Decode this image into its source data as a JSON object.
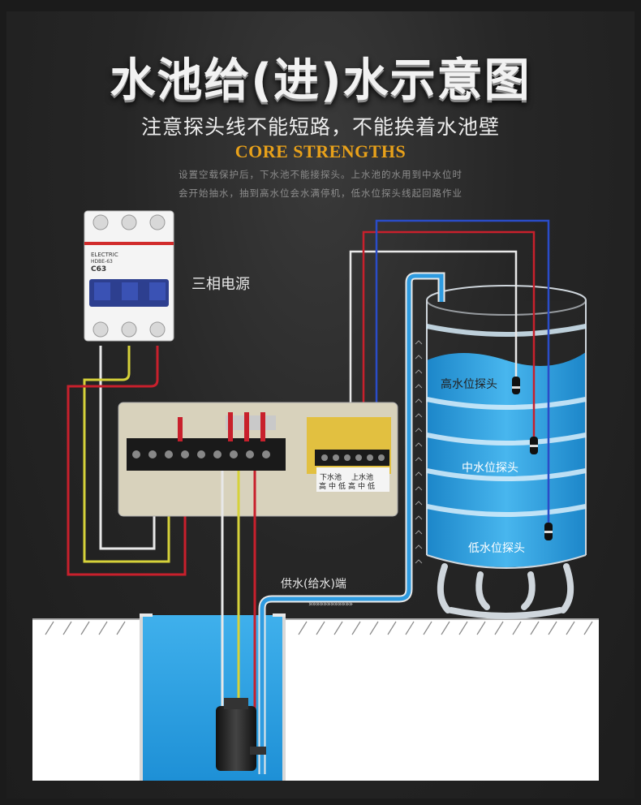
{
  "title": "水池给(进)水示意图",
  "subtitle": "注意探头线不能短路，不能挨着水池壁",
  "core_heading": "CORE STRENGTHS",
  "description": [
    "设置空载保护后，下水池不能接探头。上水池的水用到中水位时",
    "会开始抽水，抽到高水位会水满停机，低水位探头线起回路作业"
  ],
  "labels": {
    "power": "三相电源",
    "high_probe": "高水位探头",
    "mid_probe": "中水位探头",
    "low_probe": "低水位探头",
    "supply": "供水(给水)端",
    "lower_pool": "下水池",
    "upper_pool": "上水池",
    "terminal_row": "高中低高中低"
  },
  "breaker": {
    "brand": "ELECTRIC",
    "model": "HDBE-63",
    "rating": "C63"
  },
  "flow_arrows": "»»»»»»»»»»»»",
  "colors": {
    "background": "#262626",
    "accent": "#e8a11a",
    "water": "#29a3e6",
    "wire_red": "#c8202c",
    "wire_yellow": "#d6d23a",
    "wire_white": "#e8e8e8",
    "wire_blue": "#2a4cc8"
  }
}
